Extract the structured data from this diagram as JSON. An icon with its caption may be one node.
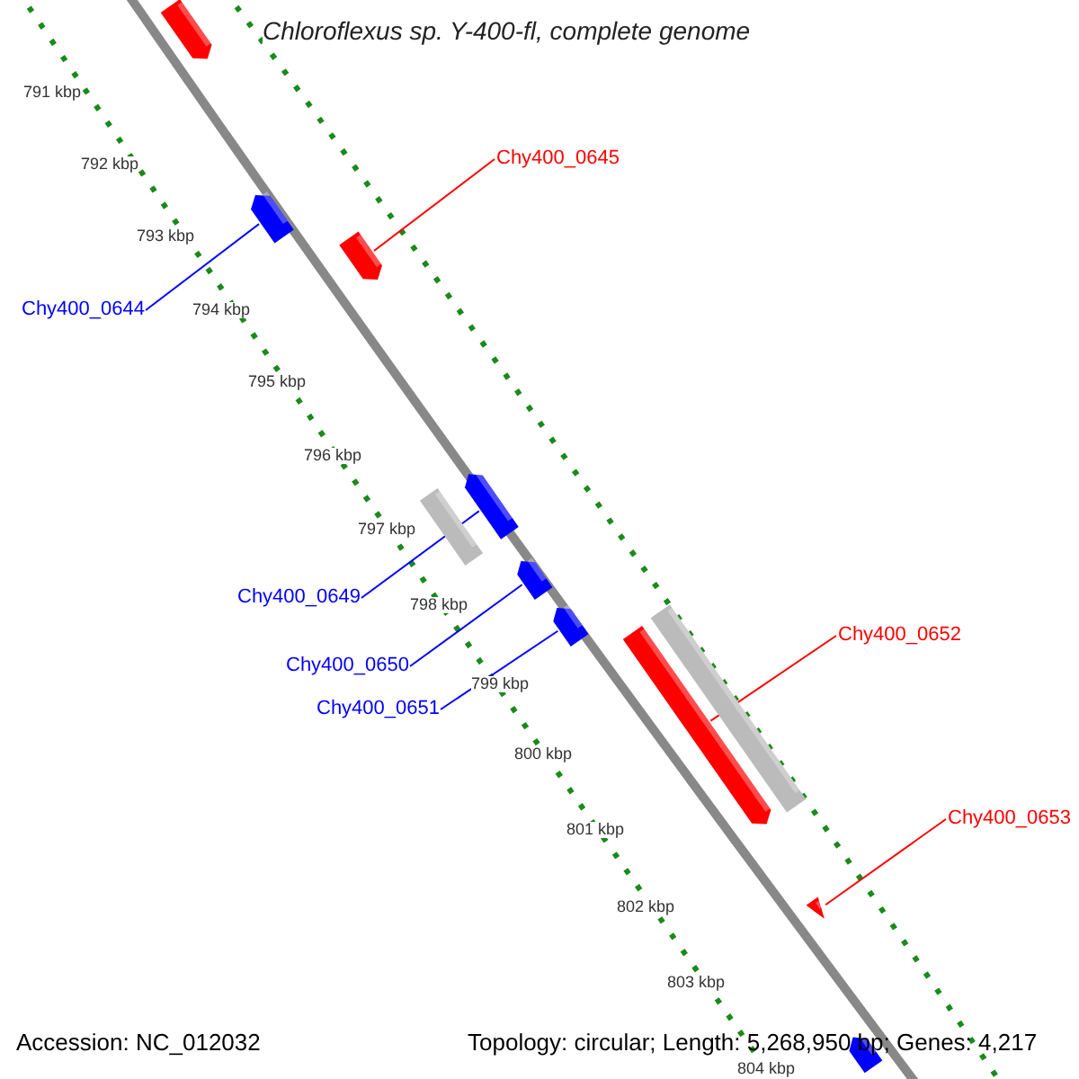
{
  "diagram": {
    "title": "Chloroflexus sp. Y-400-fl, complete genome",
    "nodes": [
      {
        "text": [
          "Chy400_0645"
        ]
      },
      {
        "text": [
          "Chy400_0644"
        ]
      },
      {
        "text": [
          "Chy400_0649"
        ]
      },
      {
        "text": [
          "Chy400_0650"
        ]
      },
      {
        "text": [
          "Chy400_0651"
        ]
      },
      {
        "text": [
          "Chy400_0652"
        ]
      },
      {
        "text": [
          "Chy400_0653"
        ]
      },
      {
        "text": [],
        "shape": "bar"
      },
      {
        "text": [],
        "shape": "bar"
      },
      {
        "text": [],
        "shape": "bar"
      },
      {
        "text": [],
        "shape": "bar"
      },
      {
        "text": [],
        "shape": "bar"
      },
      {
        "text": [],
        "shape": "bar"
      },
      {
        "text": [],
        "shape": "bar"
      },
      {
        "text": [],
        "shape": "bar"
      },
      {
        "text": [],
        "shape": "bar"
      },
      {
        "text": [],
        "shape": "triangle"
      },
      {
        "text": [],
        "shape": "bar"
      }
    ],
    "edges": [
      {
        "from": 0,
        "to": 9,
        "arrow": "none",
        "color": "#ff0000"
      },
      {
        "from": 1,
        "to": 8,
        "arrow": "none"
      },
      {
        "from": 2,
        "to": 11,
        "arrow": "none"
      },
      {
        "from": 3,
        "to": 12,
        "arrow": "none"
      },
      {
        "from": 4,
        "to": 13,
        "arrow": "none"
      },
      {
        "from": 5,
        "to": 14,
        "arrow": "none",
        "color": "#ff0000"
      },
      {
        "from": 6,
        "to": 16,
        "arrow": "none",
        "color": "#ff0000"
      }
    ],
    "labels": [
      "791 kbp",
      "792 kbp",
      "793 kbp",
      "794 kbp",
      "795 kbp",
      "796 kbp",
      "797 kbp",
      "798 kbp",
      "799 kbp",
      "800 kbp",
      "801 kbp",
      "802 kbp",
      "803 kbp",
      "804 kbp",
      "Accession: NC_012032",
      "Topology: circular; Length: 5,268,950 bp; Genes: 4,217"
    ]
  }
}
